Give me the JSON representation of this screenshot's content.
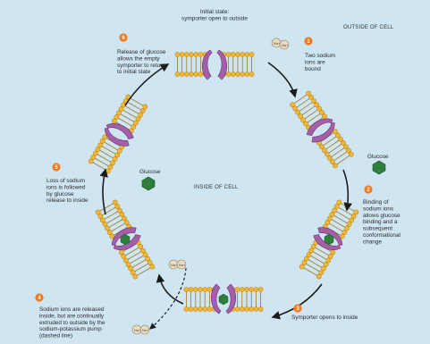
{
  "regions": {
    "outside": "OUTSIDE OF CELL",
    "inside": "INSIDE OF CELL"
  },
  "steps": [
    {
      "num": "",
      "lines": [
        "Initial state:",
        "symporter open to outside"
      ]
    },
    {
      "num": "1",
      "lines": [
        "Two sodium",
        "ions are",
        "bound"
      ]
    },
    {
      "num": "2",
      "lines": [
        "Binding of",
        "sodium ions",
        "allows glucose",
        "binding and a",
        "subsequent",
        "conformational",
        "change"
      ]
    },
    {
      "num": "3",
      "lines": [
        "Symporter opens to inside"
      ]
    },
    {
      "num": "4",
      "lines": [
        "Sodium ions are released",
        "inside, but are continually",
        "extruded to outside by the",
        "sodium-potassium pump",
        "(dashed line)"
      ]
    },
    {
      "num": "5",
      "lines": [
        "Loss of sodium",
        "ions is followed",
        "by glucose",
        "release to inside"
      ]
    },
    {
      "num": "6",
      "lines": [
        "Release of glucose",
        "allows the empty",
        "symporter to return",
        "to initial state"
      ]
    }
  ],
  "molecules": {
    "glucose_outside": "Glucose",
    "glucose_inside": "Glucose",
    "sodium": "Na+"
  },
  "colors": {
    "background": "#cfe6f2",
    "lipid_head": "#f3b735",
    "protein": "#a35fa8",
    "glucose": "#2f7d3a",
    "step_badge": "#f07a1e"
  }
}
